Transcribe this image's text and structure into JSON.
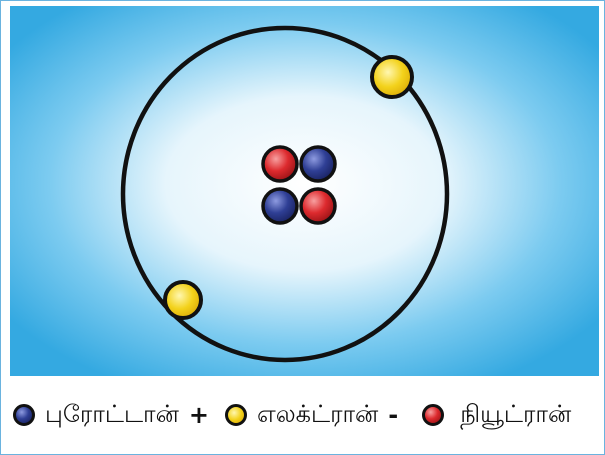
{
  "diagram": {
    "background_colors": {
      "edge": "#34a9e1",
      "center": "#ffffff"
    },
    "orbit_color": "#111111",
    "particles": {
      "proton": {
        "fill": "#2f3f95",
        "highlight": "#8e9be0"
      },
      "electron": {
        "fill": "#f3d21b",
        "highlight": "#fff7b0"
      },
      "neutron": {
        "fill": "#dd2a2e",
        "highlight": "#f7a0a0"
      }
    }
  },
  "legend": {
    "proton": {
      "label": "புரோட்டான்",
      "sign": "+",
      "icon": "blue-particle-icon"
    },
    "electron": {
      "label": "எலக்ட்ரான்",
      "sign": "-",
      "icon": "yellow-particle-icon"
    },
    "neutron": {
      "label": "நியூட்ரான்",
      "icon": "red-particle-icon"
    }
  }
}
